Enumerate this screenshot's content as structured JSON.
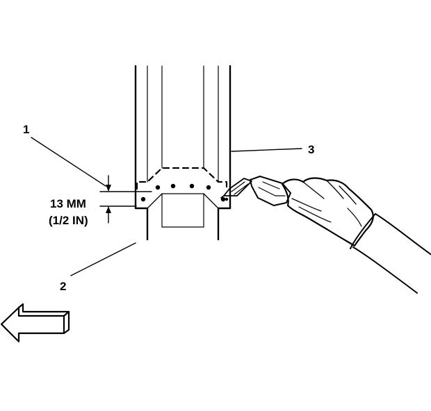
{
  "callouts": {
    "c1": "1",
    "c2": "2",
    "c3": "3"
  },
  "dimension": {
    "metric": "13 MM",
    "imperial": "(1/2 IN)"
  },
  "icons": {
    "direction_arrow": "arrow-left-outline-icon",
    "welding_torch": "mig-welding-torch-icon",
    "gloved_hand": "gloved-hand-icon"
  }
}
